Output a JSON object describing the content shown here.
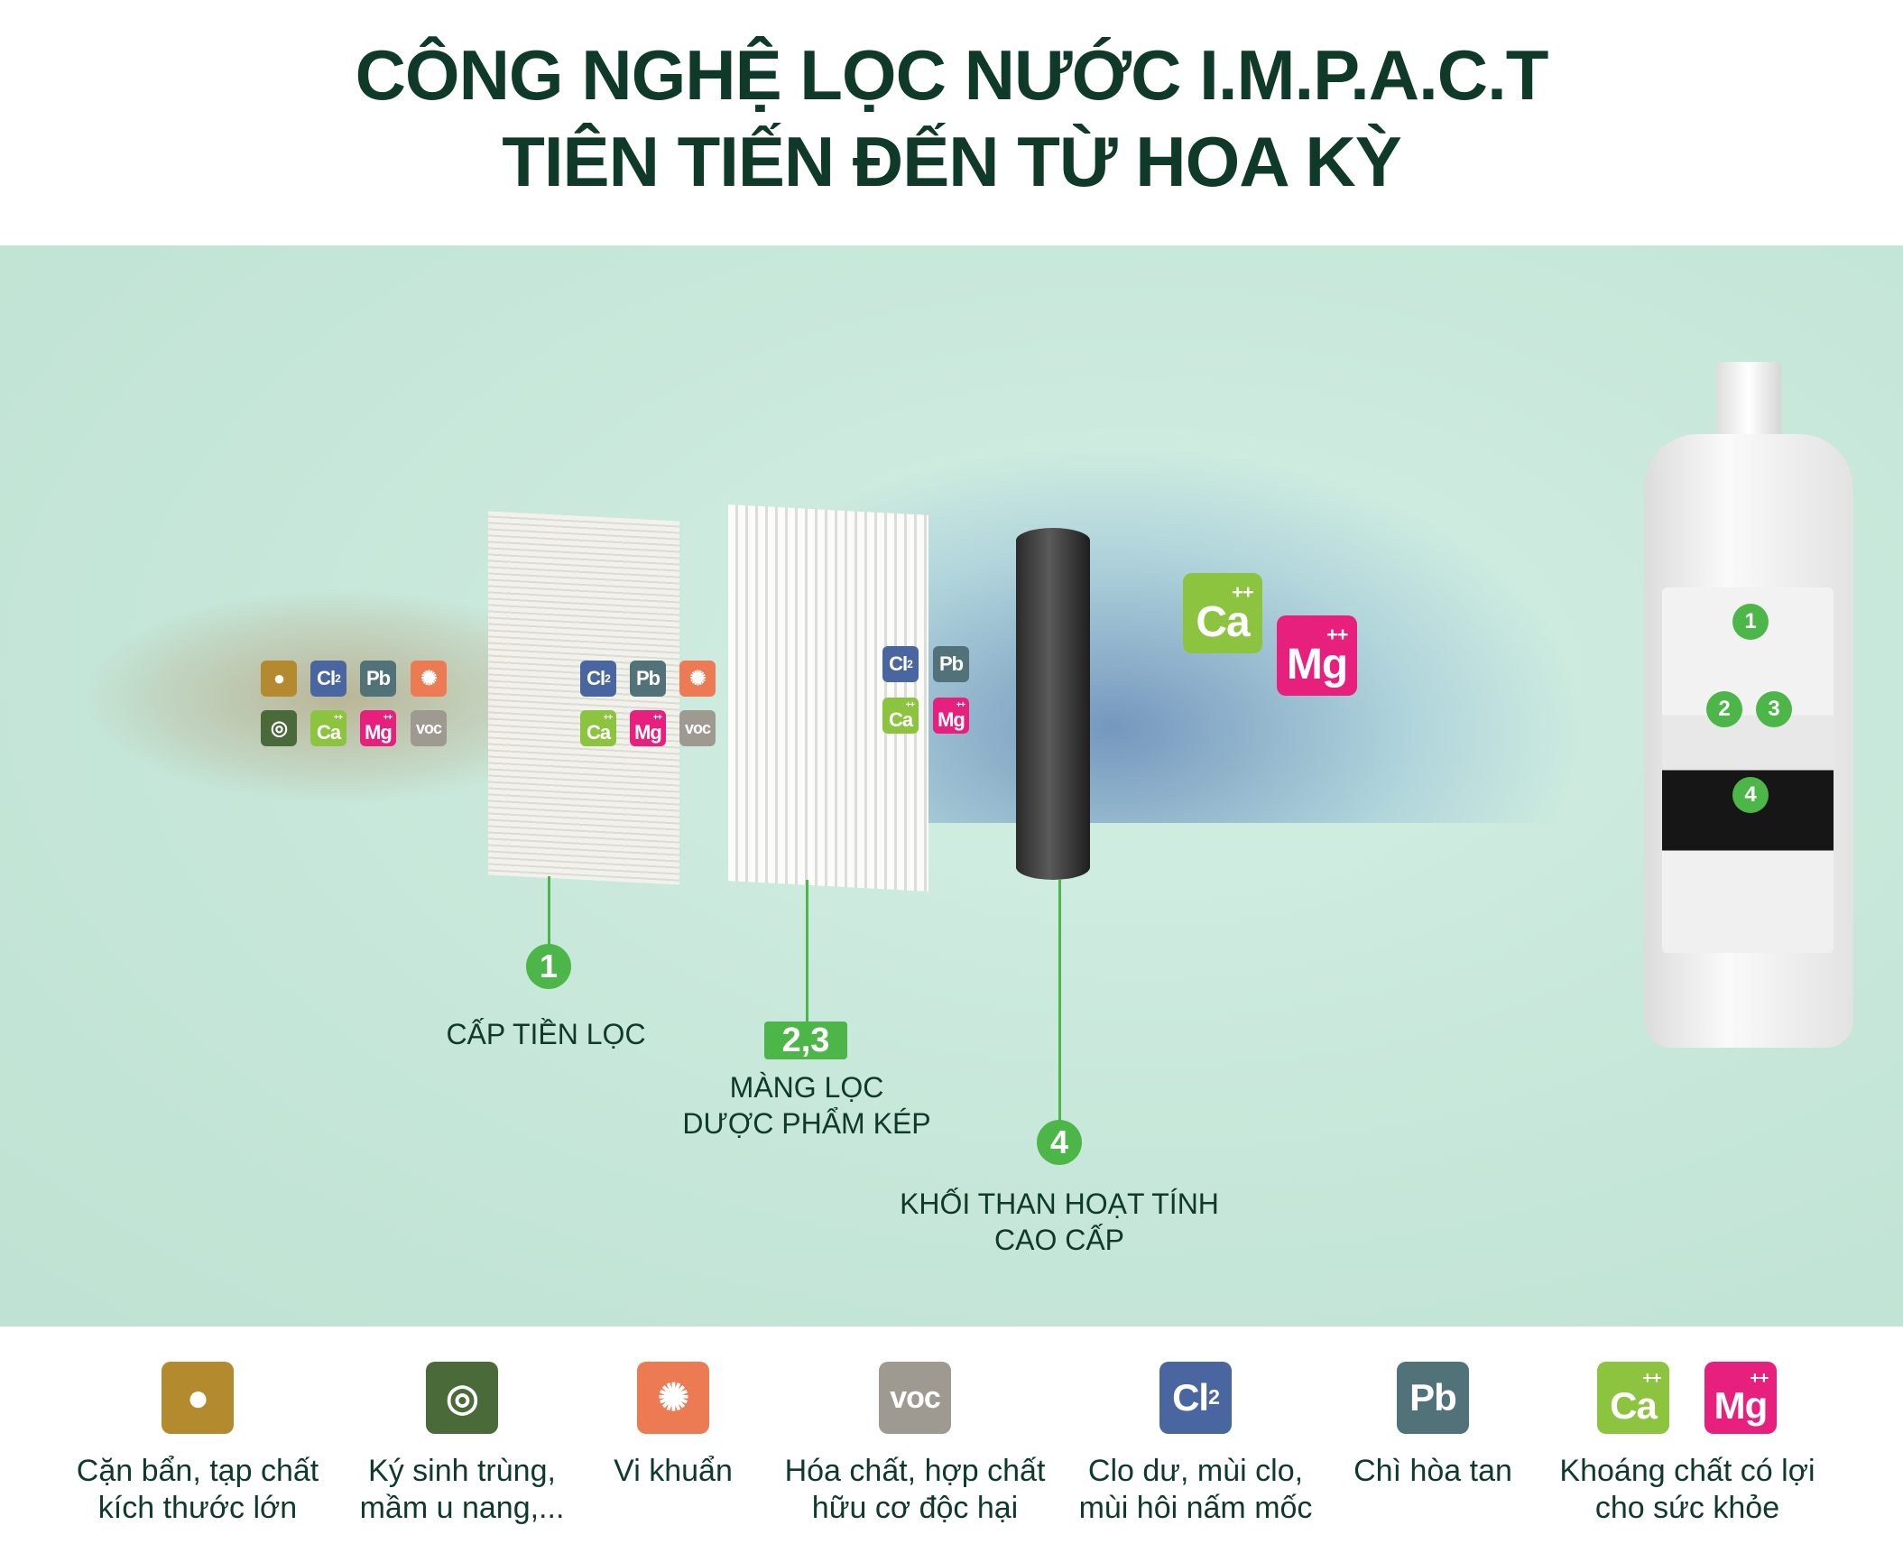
{
  "title": {
    "line1": "CÔNG NGHỆ LỌC NƯỚC I.M.P.A.C.T",
    "line2": "TIÊN TIẾN ĐẾN TỪ HOA KỲ"
  },
  "symbols": {
    "cl": "Cl",
    "cl_sub": "2",
    "pb": "Pb",
    "ca": "Ca",
    "mg": "Mg",
    "charge": "++",
    "voc": "voc"
  },
  "stages": [
    {
      "number": "1",
      "label": "CẤP TIỀN LỌC"
    },
    {
      "number": "2,3",
      "label_line1": "MÀNG LỌC",
      "label_line2": "DƯỢC PHẨM KÉP"
    },
    {
      "number": "4",
      "label_line1": "KHỐI THAN HOẠT TÍNH",
      "label_line2": "CAO CẤP"
    }
  ],
  "cartridge_markers": [
    "1",
    "2",
    "3",
    "4"
  ],
  "legend": [
    {
      "icon": "sediment-icon",
      "line1": "Cặn bẩn, tạp chất",
      "line2": "kích thước lớn"
    },
    {
      "icon": "parasite-icon",
      "line1": "Ký sinh trùng,",
      "line2": "mầm u nang,..."
    },
    {
      "icon": "bacteria-icon",
      "line1": "Vi khuẩn",
      "line2": ""
    },
    {
      "icon": "voc-icon",
      "line1": "Hóa chất, hợp chất",
      "line2": "hữu cơ độc hại"
    },
    {
      "icon": "chlorine-icon",
      "line1": "Clo dư, mùi clo,",
      "line2": "mùi hôi nấm mốc"
    },
    {
      "icon": "lead-icon",
      "line1": "Chì hòa tan",
      "line2": ""
    },
    {
      "icon": "minerals-icon",
      "line1": "Khoáng chất có lợi",
      "line2": "cho sức khỏe"
    }
  ],
  "colors": {
    "accent": "#4cb748",
    "title": "#0f3a2a",
    "background": "#c5e6d8",
    "chlorine": "#4a66a0",
    "lead": "#52727a",
    "bacteria": "#ec7a52",
    "voc": "#9e9a92",
    "calcium": "#8cc43f",
    "magnesium": "#e8207d",
    "sediment": "#b38b2e",
    "parasite": "#4a6a3a"
  }
}
